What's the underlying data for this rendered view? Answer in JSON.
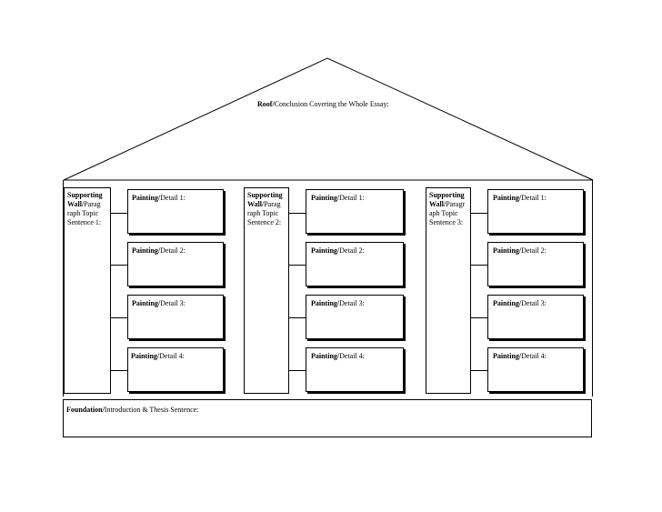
{
  "roof": {
    "bold": "Roof/",
    "text": "Conclusion Covering the Whole Essay:"
  },
  "walls": [
    {
      "bold_line1": "Supporting",
      "bold_line2": "Wall/",
      "rest_line2": "Parag",
      "line3": "raph Topic",
      "line4": "Sentence 1:"
    },
    {
      "bold_line1": "Supporting",
      "bold_line2": "Wall/",
      "rest_line2": "Parag",
      "line3": "raph Topic",
      "line4": "Sentence 2:"
    },
    {
      "bold_line1": "Supporting",
      "bold_line2": "Wall/",
      "rest_line2": "Paragr",
      "line3": "aph Topic",
      "line4": "Sentence 3:"
    }
  ],
  "paintings": [
    [
      {
        "bold": "Painting/",
        "text": "Detail 1:"
      },
      {
        "bold": "Painting/",
        "text": "Detail 2:"
      },
      {
        "bold": "Painting/",
        "text": "Detail 3:"
      },
      {
        "bold": "Painting/",
        "text": "Detail 4:"
      }
    ],
    [
      {
        "bold": "Painting/",
        "text": "Detail 1:"
      },
      {
        "bold": "Painting/",
        "text": "Detail 2:"
      },
      {
        "bold": "Painting/",
        "text": "Detail 3:"
      },
      {
        "bold": "Painting/",
        "text": "Detail 4:"
      }
    ],
    [
      {
        "bold": "Painting/",
        "text": "Detail 1:"
      },
      {
        "bold": "Painting/",
        "text": "Detail 2:"
      },
      {
        "bold": "Painting/",
        "text": "Detail 3:"
      },
      {
        "bold": "Painting/",
        "text": "Detail 4:"
      }
    ]
  ],
  "foundation": {
    "bold": "Foundation/",
    "text": "Introduction & Thesis Sentence:"
  }
}
